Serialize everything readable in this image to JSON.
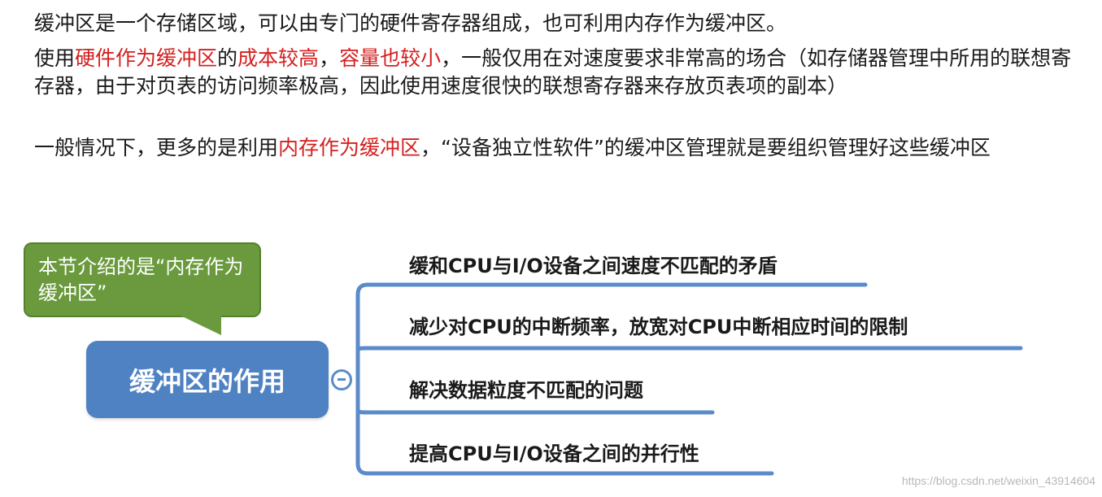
{
  "paragraphs": {
    "p1": "缓冲区是一个存储区域，可以由专门的硬件寄存器组成，也可利用内存作为缓冲区。",
    "p2": {
      "s1": "使用",
      "s2": "硬件作为缓冲区",
      "s3": "的",
      "s4": "成本较高",
      "s5": "，",
      "s6": "容量也较小",
      "s7": "，一般仅用在对速度要求非常高的场合（如存储器管理中所用的联想寄存器，由于对页表的访问频率极高，因此使用速度很快的联想寄存器来存放页表项的副本）"
    },
    "p3": {
      "s1": "一般情况下，更多的是利用",
      "s2": "内存作为缓冲区",
      "s3": "，“设备独立性软件”的缓冲区管理就是要组织管理好这些缓冲区"
    }
  },
  "callout": {
    "text": "本节介绍的是“内存作为缓冲区”"
  },
  "mindmap": {
    "center": "缓冲区的作用",
    "branches": [
      "缓和CPU与I/O设备之间速度不匹配的矛盾",
      "减少对CPU的中断频率，放宽对CPU中断相应时间的限制",
      "解决数据粒度不匹配的问题",
      "提高CPU与I/O设备之间的并行性"
    ]
  },
  "watermark": "https://blog.csdn.net/weixin_43914604",
  "colors": {
    "highlight_red": "#d42020",
    "callout_green": "#6a9a3d",
    "node_blue": "#4f82c2",
    "branch_line": "#5b8bc8"
  }
}
